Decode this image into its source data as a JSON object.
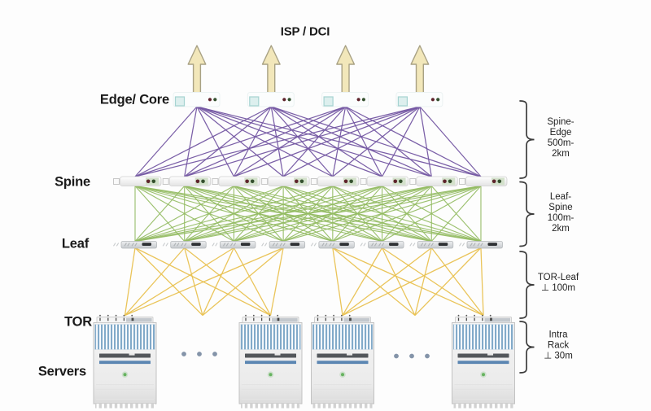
{
  "title": "ISP / DCI",
  "tiers": {
    "edge": {
      "label": "Edge/ Core",
      "device_count": 4
    },
    "spine": {
      "label": "Spine",
      "device_count": 8
    },
    "leaf": {
      "label": "Leaf",
      "device_count": 8
    },
    "tor": {
      "label": "TOR",
      "rack_count": 4
    },
    "servers": {
      "label": "Servers"
    }
  },
  "links": {
    "edge_to_spine": {
      "name": "spine-edge-links",
      "topology": "full-mesh",
      "color": "#7457a3"
    },
    "spine_to_leaf": {
      "name": "leaf-spine-links",
      "topology": "full-mesh",
      "color": "#94bc63"
    },
    "leaf_to_tor": {
      "name": "tor-leaf-links",
      "topology": "grouped-mesh",
      "color": "#e9c252",
      "groups": [
        {
          "leaves": [
            0,
            1,
            2,
            3
          ],
          "targets": [
            "rack-0",
            "hidden-racks-left",
            "rack-1"
          ]
        },
        {
          "leaves": [
            4,
            5,
            6,
            7
          ],
          "targets": [
            "rack-2",
            "hidden-racks-right",
            "rack-3"
          ]
        }
      ]
    }
  },
  "uplink_arrows": {
    "count": 4,
    "fill": "#f2e7ba",
    "stroke": "#a8a184"
  },
  "hidden_racks_ellipsis": {
    "dot_count": 3,
    "color": "#8494a9"
  },
  "brackets": [
    {
      "name": "spine-edge-distance",
      "lines": [
        "Spine-",
        "Edge",
        "500m-",
        "2km"
      ]
    },
    {
      "name": "leaf-spine-distance",
      "lines": [
        "Leaf-",
        "Spine",
        "100m-",
        "2km"
      ]
    },
    {
      "name": "tor-leaf-distance",
      "lines": [
        "TOR-Leaf",
        "⊥ 100m"
      ]
    },
    {
      "name": "intra-rack-distance",
      "lines": [
        "Intra",
        "Rack",
        "⊥ 30m"
      ]
    }
  ],
  "colors": {
    "rack_stripe": "#7ea9cb",
    "server_bar_dark": "#53575b",
    "server_bar_blue": "#5b86b2",
    "status_led_green": "#66b35f",
    "spine_led_red": "#5f242c",
    "spine_led_green": "#35512f",
    "edge_port_cyan": "#a5d3d1",
    "brace": "#3b3b3b"
  }
}
